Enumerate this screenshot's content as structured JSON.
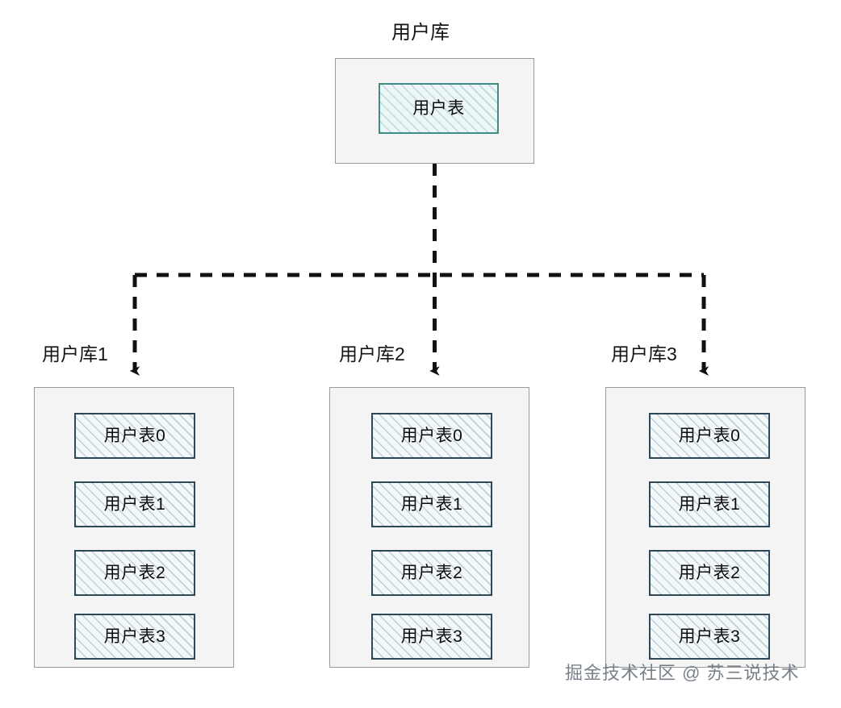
{
  "diagram": {
    "root": {
      "title": "用户库",
      "table_label": "用户表",
      "accent_color": "#3f8c86"
    },
    "shards": [
      {
        "label": "用户库1",
        "tables": [
          "用户表0",
          "用户表1",
          "用户表2",
          "用户表3"
        ]
      },
      {
        "label": "用户库2",
        "tables": [
          "用户表0",
          "用户表1",
          "用户表2",
          "用户表3"
        ]
      },
      {
        "label": "用户库3",
        "tables": [
          "用户表0",
          "用户表1",
          "用户表2",
          "用户表3"
        ]
      }
    ],
    "connector": {
      "style": "dashed",
      "color": "#111111",
      "arrow": "filled-triangle"
    },
    "watermark": "掘金技术社区 @ 苏三说技术"
  }
}
